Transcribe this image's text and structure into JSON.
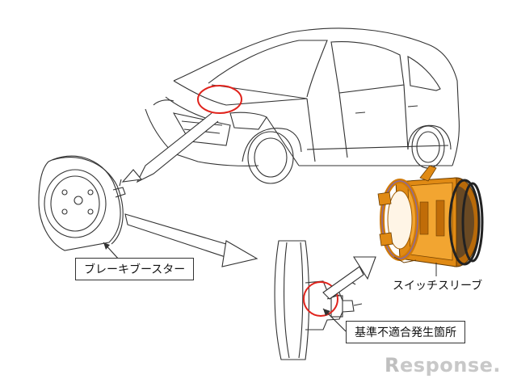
{
  "labels": {
    "booster": "ブレーキブースター",
    "sleeve": "スイッチスリーブ",
    "defect": "基準不適合発生箇所"
  },
  "watermark": {
    "brand": "Response.",
    "first": "R",
    "rest": "esponse."
  },
  "colors": {
    "highlight": "#e0231c",
    "sleeve_orange": "#e08a14",
    "outline": "#333333"
  },
  "icons": {
    "magnifier": "red-circle-highlight",
    "arrow": "callout-arrow"
  }
}
